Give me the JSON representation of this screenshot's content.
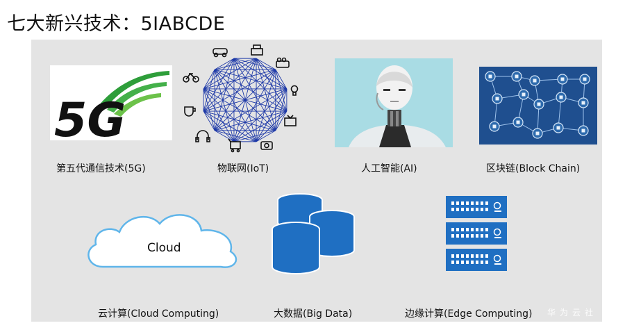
{
  "page": {
    "title": "七大新兴技术：5IABCDE"
  },
  "technologies": [
    {
      "id": "5g",
      "caption": "第五代通信技术(5G)",
      "logo_text": "5G",
      "icon": "5g-logo-icon"
    },
    {
      "id": "iot",
      "caption": "物联网(IoT)",
      "icon": "iot-network-icon"
    },
    {
      "id": "ai",
      "caption": "人工智能(AI)",
      "icon": "robot-image"
    },
    {
      "id": "blockchain",
      "caption": "区块链(Block Chain)",
      "icon": "blockchain-network-icon"
    },
    {
      "id": "cloud",
      "caption": "云计算(Cloud Computing)",
      "logo_text": "Cloud",
      "icon": "cloud-icon"
    },
    {
      "id": "bigdata",
      "caption": "大数据(Big Data)",
      "icon": "database-icon"
    },
    {
      "id": "edge",
      "caption": "边缘计算(Edge Computing)",
      "icon": "server-rack-icon"
    }
  ],
  "watermark": "华为云社",
  "colors": {
    "panel_bg": "#e4e4e4",
    "five_g_green": "#2e9e3a",
    "iot_blue": "#1f3aa8",
    "blockchain_bg": "#1f4f8f",
    "cloud_stroke": "#5fb5ea",
    "storage_blue": "#1f6fc2"
  }
}
